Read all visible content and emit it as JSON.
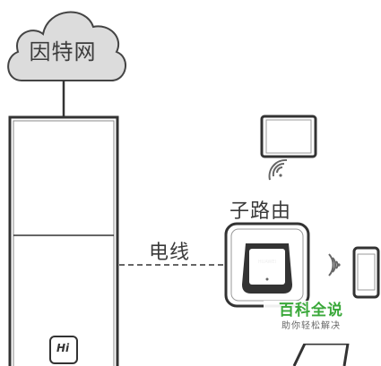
{
  "nodes": {
    "cloud_label": "因特网",
    "sub_router_label": "子路由",
    "power_line_label": "电线",
    "main_router_logo": "Hi",
    "sub_router_brand": "HUAWEI"
  },
  "watermark": {
    "title": "百科全说",
    "subtitle": "助你轻松解决"
  },
  "colors": {
    "stroke": "#333333",
    "cloud_fill": "#dcdcdc",
    "watermark_green": "#3aa83a"
  }
}
